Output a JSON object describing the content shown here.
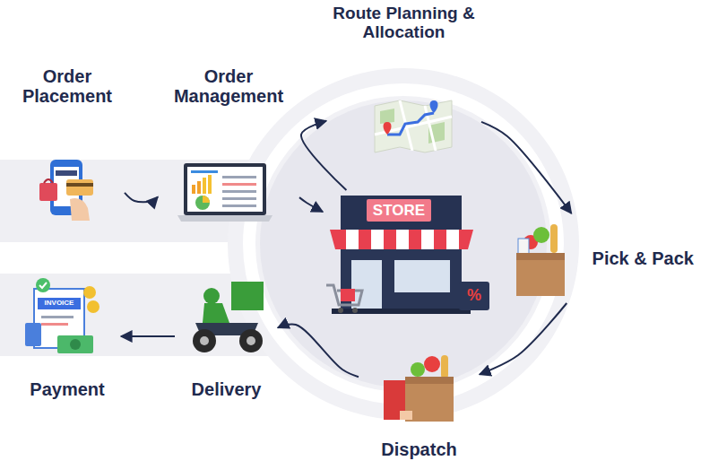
{
  "diagram": {
    "nodes": [
      {
        "text": [
          "Order Placement"
        ]
      },
      {
        "text": [
          "Order Management"
        ]
      },
      {
        "text": [
          "STORE"
        ]
      },
      {
        "text": [
          "Route Planning & Allocation"
        ]
      },
      {
        "text": [
          "Pick & Pack"
        ]
      },
      {
        "text": [
          "Dispatch"
        ]
      },
      {
        "text": [
          "Delivery"
        ]
      },
      {
        "text": [
          "Payment"
        ]
      }
    ],
    "edges": [
      {
        "from": 0,
        "to": 1,
        "arrow": "to"
      },
      {
        "from": 1,
        "to": 2,
        "arrow": "to"
      },
      {
        "from": 2,
        "to": 3,
        "arrow": "to"
      },
      {
        "from": 3,
        "to": 4,
        "arrow": "to"
      },
      {
        "from": 4,
        "to": 5,
        "arrow": "to"
      },
      {
        "from": 5,
        "to": 6,
        "arrow": "to"
      },
      {
        "from": 6,
        "to": 7,
        "arrow": "to"
      }
    ],
    "labels": [
      "%",
      "INVOICE"
    ]
  }
}
